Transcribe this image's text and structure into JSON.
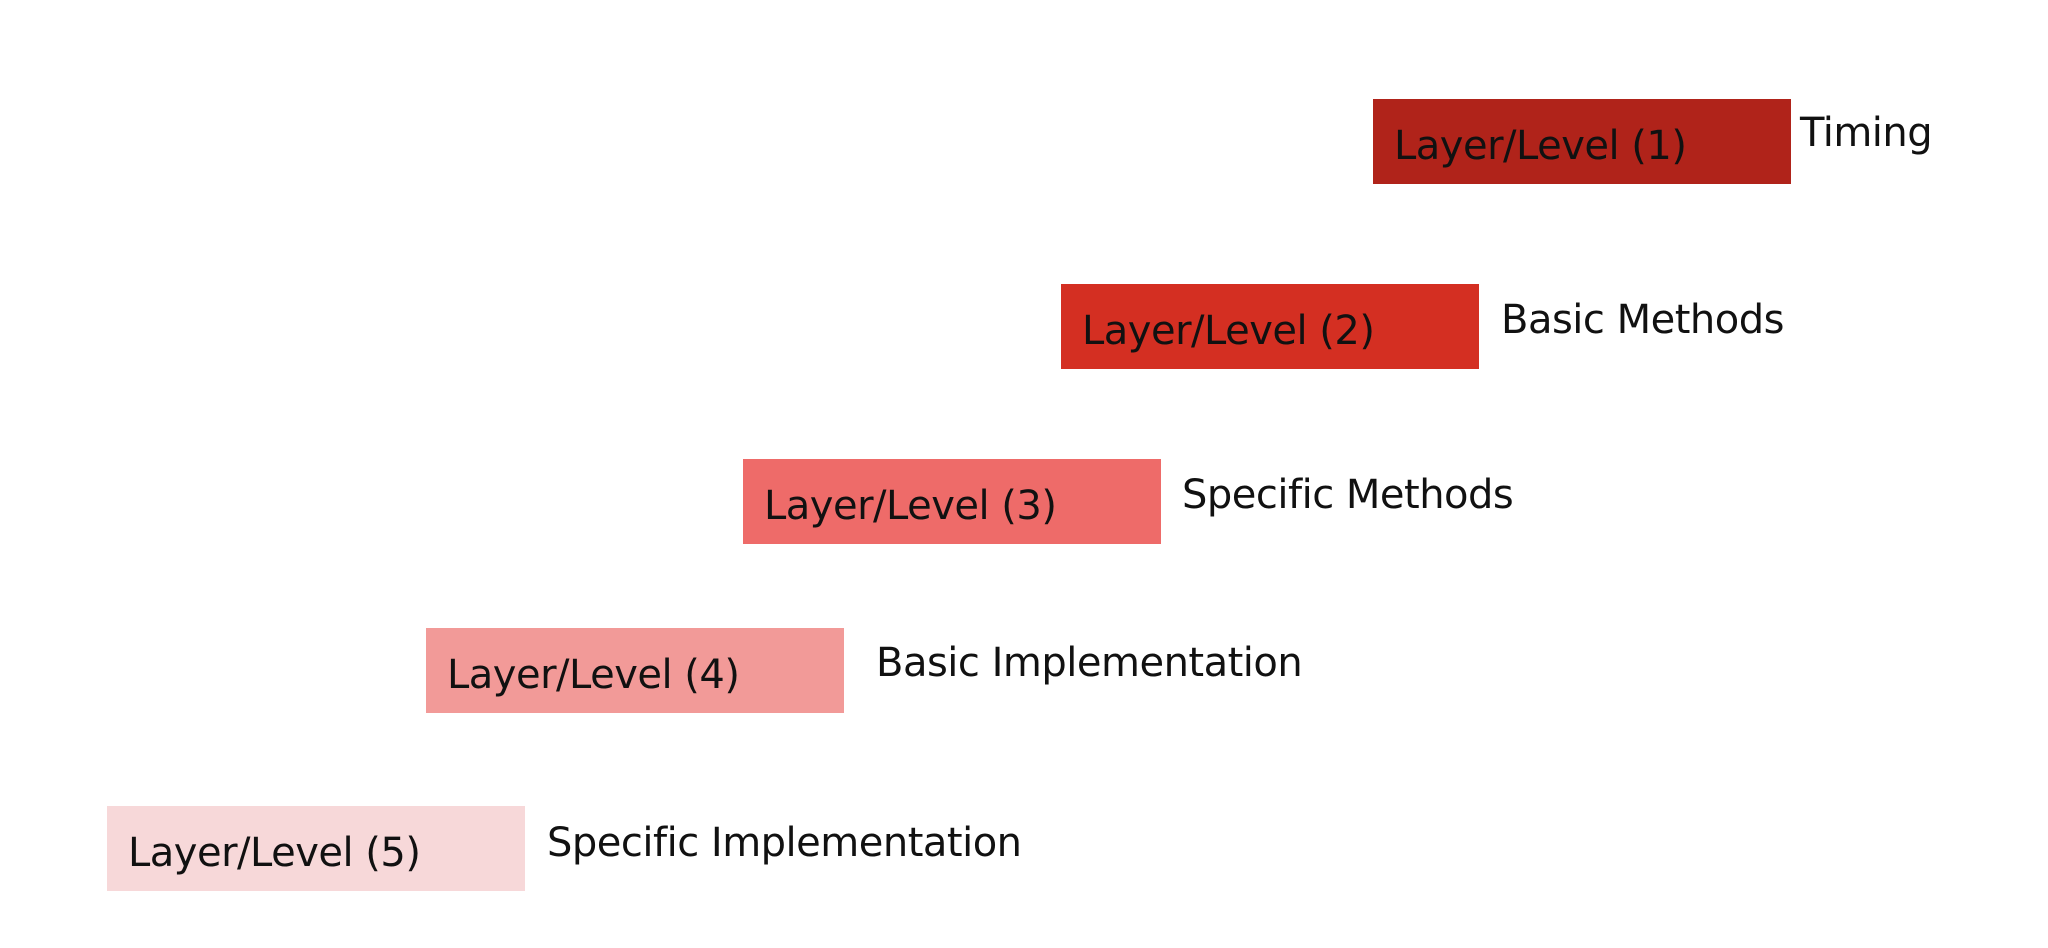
{
  "levels": [
    {
      "label": "Layer/Level (1)",
      "description": "Timing",
      "color": "#b0231a"
    },
    {
      "label": "Layer/Level (2)",
      "description": "Basic Methods",
      "color": "#d42f22"
    },
    {
      "label": "Layer/Level (3)",
      "description": "Specific Methods",
      "color": "#ee6b69"
    },
    {
      "label": "Layer/Level (4)",
      "description": "Basic Implementation",
      "color": "#f29a98"
    },
    {
      "label": "Layer/Level (5)",
      "description": "Specific Implementation",
      "color": "#f7d8d9"
    }
  ]
}
